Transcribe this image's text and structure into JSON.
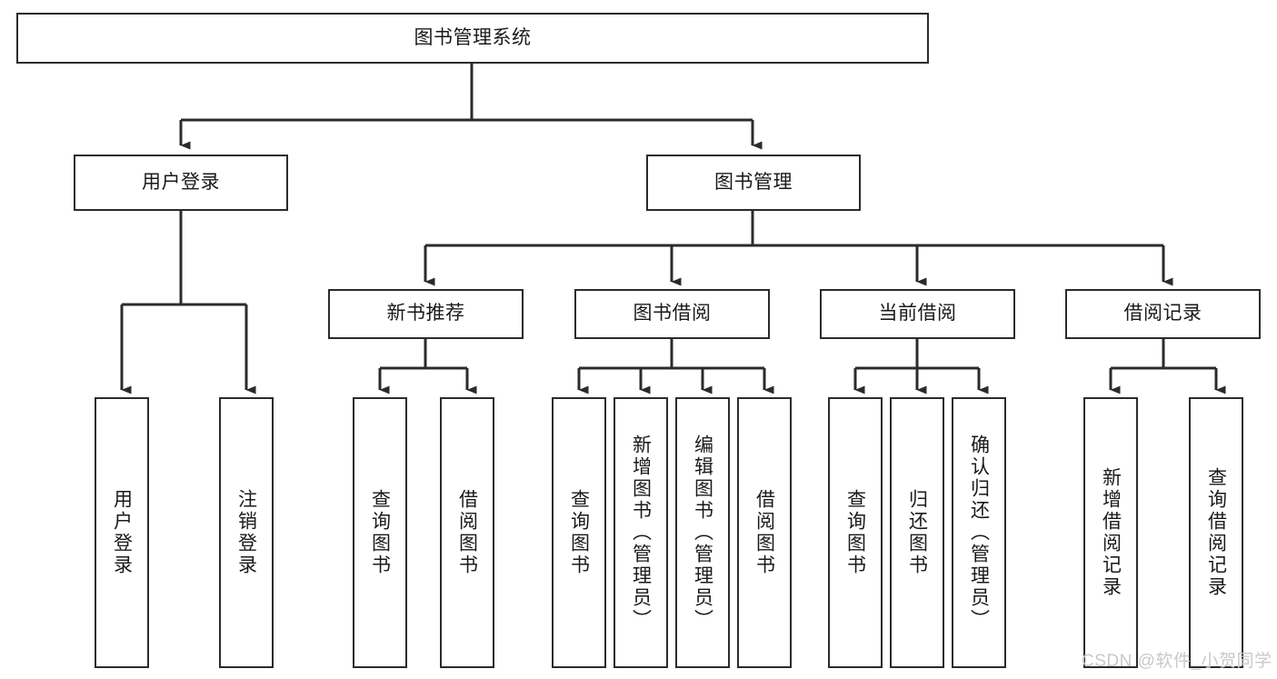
{
  "diagram": {
    "title": "图书管理系统",
    "type": "tree-hierarchy-chart",
    "stroke_color": "#2b2b2b",
    "fill_color": "#ffffff",
    "text_color": "#1a1a1a"
  },
  "nodes": {
    "root": {
      "label": "图书管理系统"
    },
    "level2": [
      {
        "id": "user-login",
        "label": "用户登录"
      },
      {
        "id": "book-manage",
        "label": "图书管理"
      }
    ],
    "level3": [
      {
        "id": "new-book-rec",
        "label": "新书推荐"
      },
      {
        "id": "book-borrow",
        "label": "图书借阅"
      },
      {
        "id": "current-borrow",
        "label": "当前借阅"
      },
      {
        "id": "borrow-record",
        "label": "借阅记录"
      }
    ],
    "leaves": {
      "user_login": [
        {
          "id": "leaf-user-login",
          "label": "用户登录"
        },
        {
          "id": "leaf-logout",
          "label": "注销登录"
        }
      ],
      "new_book_rec": [
        {
          "id": "leaf-query-book-1",
          "label": "查询图书"
        },
        {
          "id": "leaf-borrow-book-1",
          "label": "借阅图书"
        }
      ],
      "book_borrow": [
        {
          "id": "leaf-query-book-2",
          "label": "查询图书"
        },
        {
          "id": "leaf-add-book",
          "label": "新增图书（管理员）"
        },
        {
          "id": "leaf-edit-book",
          "label": "编辑图书（管理员）"
        },
        {
          "id": "leaf-borrow-book-2",
          "label": "借阅图书"
        }
      ],
      "current_borrow": [
        {
          "id": "leaf-query-book-3",
          "label": "查询图书"
        },
        {
          "id": "leaf-return-book",
          "label": "归还图书"
        },
        {
          "id": "leaf-confirm-return",
          "label": "确认归还（管理员）"
        }
      ],
      "borrow_record": [
        {
          "id": "leaf-add-record",
          "label": "新增借阅记录"
        },
        {
          "id": "leaf-query-record",
          "label": "查询借阅记录"
        }
      ]
    }
  },
  "watermark": {
    "text": "CSDN @软件_小贺同学"
  }
}
